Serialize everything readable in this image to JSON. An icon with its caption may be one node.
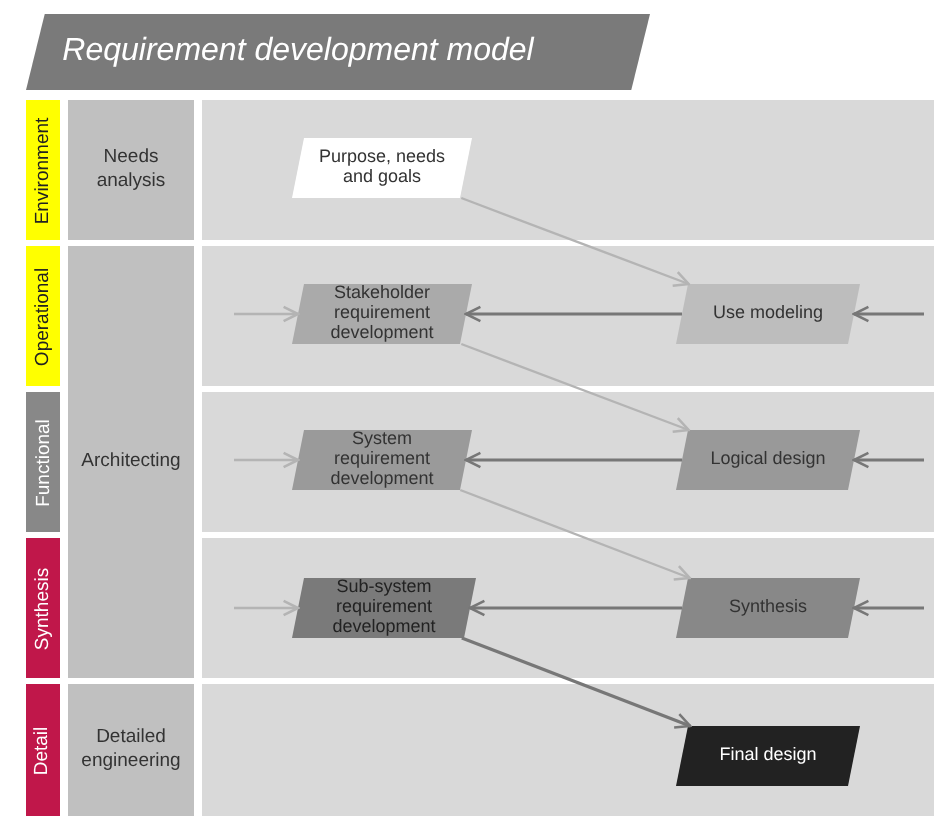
{
  "diagram": {
    "title": "Requirement development model",
    "nodes": [
      {
        "text": [
          "Environment"
        ]
      },
      {
        "text": [
          "Needs analysis"
        ]
      },
      {
        "text": [],
        "shape": "box"
      },
      {
        "text": [
          "Purpose, needs and goals"
        ],
        "in": 2
      },
      {
        "text": [
          "Operational"
        ]
      },
      {
        "text": [
          "Architecting"
        ]
      },
      {
        "text": [],
        "shape": "box"
      },
      {
        "text": [
          "Stakeholder requirement development"
        ],
        "in": 6
      },
      {
        "text": [
          "Use modeling"
        ],
        "in": 6
      },
      {
        "text": [
          "Functional"
        ]
      },
      {
        "text": [],
        "shape": "box"
      },
      {
        "text": [
          "System requirement development"
        ],
        "in": 10
      },
      {
        "text": [
          "Logical design"
        ],
        "in": 10
      },
      {
        "text": [
          "Synthesis"
        ]
      },
      {
        "text": [],
        "shape": "box"
      },
      {
        "text": [
          "Sub-system requirement development"
        ],
        "in": 14
      },
      {
        "text": [
          "Synthesis"
        ],
        "in": 14
      },
      {
        "text": [
          "Detail"
        ]
      },
      {
        "text": [
          "Detailed engineering"
        ]
      },
      {
        "text": [],
        "shape": "box"
      },
      {
        "text": [
          "Final design"
        ],
        "in": 19
      }
    ],
    "edges": [
      {
        "from": 3,
        "to": 8,
        "arrow": "to",
        "color": "#b4b4b4"
      },
      {
        "from": null,
        "to": 7,
        "arrow": "to",
        "color": "#b4b4b4"
      },
      {
        "from": 8,
        "to": 7,
        "arrow": "to"
      },
      {
        "from": null,
        "to": 8,
        "arrow": "to"
      },
      {
        "from": 7,
        "to": 12,
        "arrow": "to",
        "color": "#b4b4b4"
      },
      {
        "from": null,
        "to": 11,
        "arrow": "to",
        "color": "#b4b4b4"
      },
      {
        "from": 12,
        "to": 11,
        "arrow": "to"
      },
      {
        "from": null,
        "to": 12,
        "arrow": "to"
      },
      {
        "from": 11,
        "to": 16,
        "arrow": "to",
        "color": "#b4b4b4"
      },
      {
        "from": null,
        "to": 15,
        "arrow": "to",
        "color": "#b4b4b4"
      },
      {
        "from": 16,
        "to": 15,
        "arrow": "to"
      },
      {
        "from": null,
        "to": 16,
        "arrow": "to"
      },
      {
        "from": 15,
        "to": 20,
        "arrow": "to"
      }
    ]
  }
}
